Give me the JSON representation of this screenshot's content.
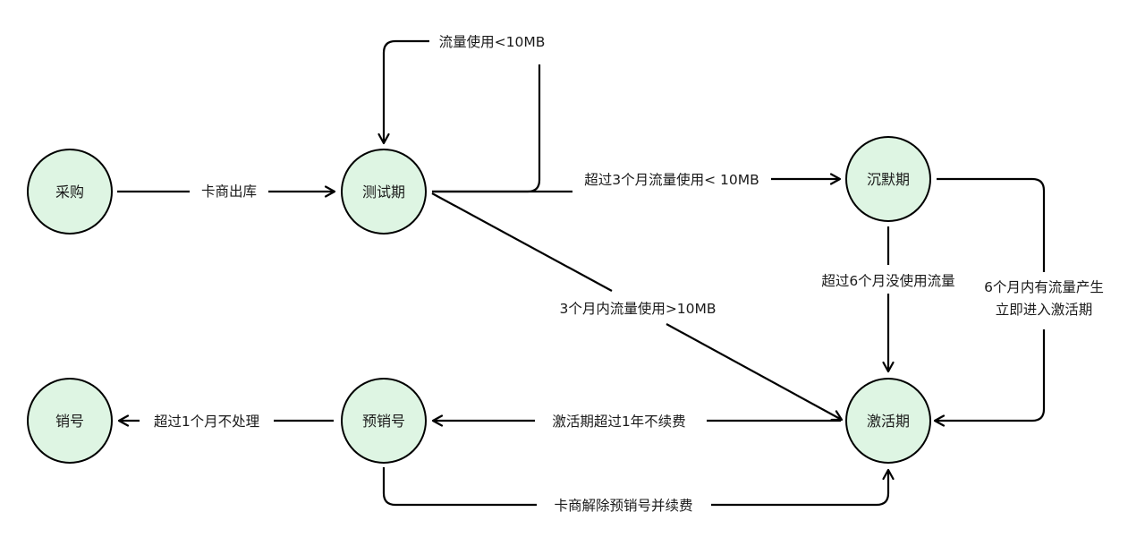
{
  "nodes": {
    "purchase": "采购",
    "testing": "测试期",
    "silent": "沉默期",
    "active": "激活期",
    "pre_cancel": "预销号",
    "cancelled": "销号"
  },
  "edges": {
    "purchase_to_testing": "卡商出库",
    "testing_self_loop": "流量使用<10MB",
    "testing_to_silent": "超过3个月流量使用< 10MB",
    "testing_to_active": "3个月内流量使用>10MB",
    "silent_to_active_down": "超过6个月没使用流量",
    "silent_to_active_side_line1": "6个月内有流量产生",
    "silent_to_active_side_line2": "立即进入激活期",
    "active_to_pre_cancel": "激活期超过1年不续费",
    "pre_cancel_to_cancelled": "超过1个月不处理",
    "pre_cancel_to_active": "卡商解除预销号并续费"
  },
  "colors": {
    "node_fill": "#def5e3",
    "stroke": "#000000",
    "text": "#1a1a1a"
  }
}
